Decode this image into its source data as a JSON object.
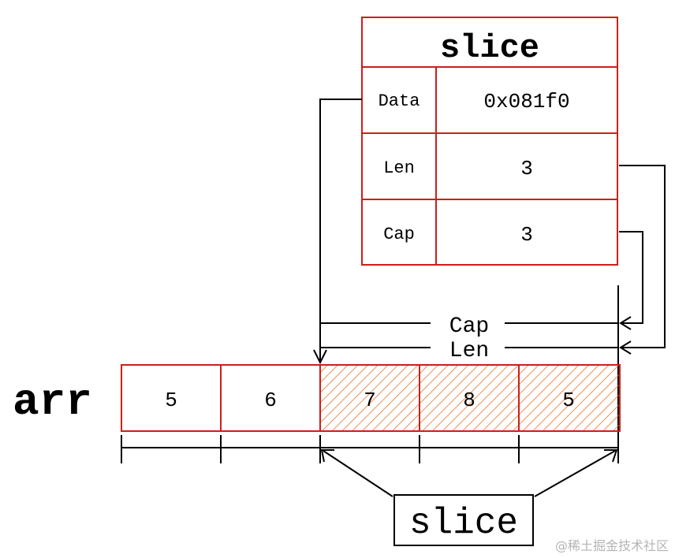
{
  "slice_struct": {
    "title": "slice",
    "fields": [
      {
        "name": "Data",
        "value": "0x081f0"
      },
      {
        "name": "Len",
        "value": "3"
      },
      {
        "name": "Cap",
        "value": "3"
      }
    ]
  },
  "array": {
    "label": "arr",
    "cells": [
      "5",
      "6",
      "7",
      "8",
      "5"
    ],
    "highlighted_range": [
      2,
      4
    ]
  },
  "markers": {
    "cap_label": "Cap",
    "len_label": "Len"
  },
  "slice_label": "slice",
  "watermark": "@稀土掘金技术社区",
  "colors": {
    "accent": "#cc1f1a",
    "line": "#000000"
  }
}
